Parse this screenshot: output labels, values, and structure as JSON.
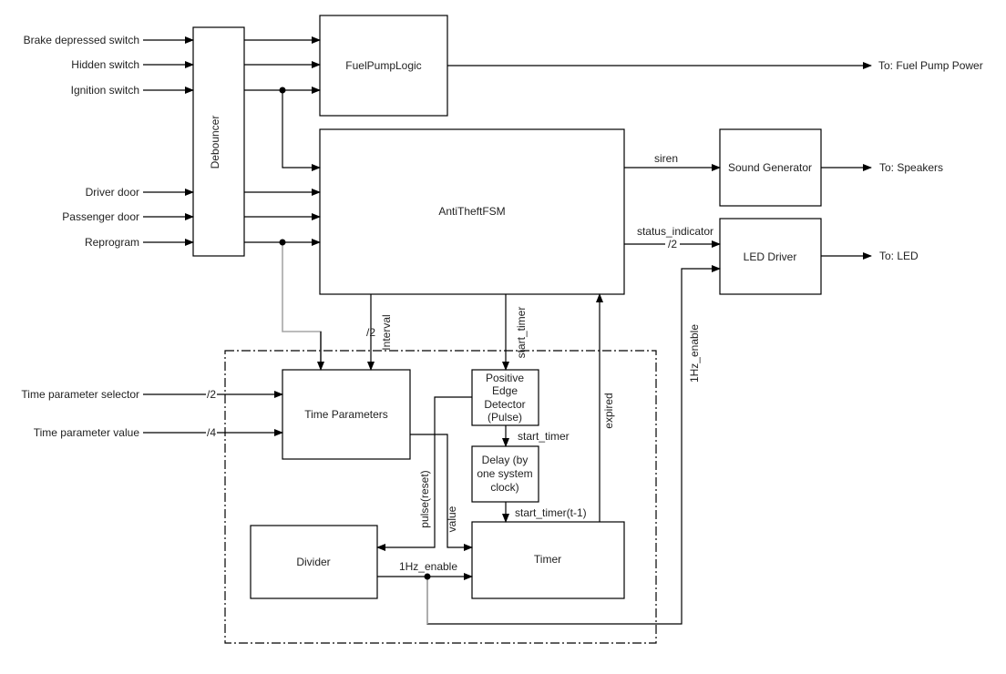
{
  "diagram": {
    "title": "Anti-theft car alarm system block diagram",
    "inputs": {
      "brake": "Brake depressed switch",
      "hidden": "Hidden switch",
      "ignition": "Ignition switch",
      "driver_door": "Driver door",
      "passenger_door": "Passenger door",
      "reprogram": "Reprogram",
      "time_param_selector": "Time parameter selector",
      "time_param_value": "Time parameter value"
    },
    "outputs": {
      "fuel_pump": "To: Fuel Pump Power",
      "speakers": "To: Speakers",
      "led": "To: LED"
    },
    "blocks": {
      "debouncer": "Debouncer",
      "fuel_pump_logic": "FuelPumpLogic",
      "anti_theft_fsm": "AntiTheftFSM",
      "sound_generator": "Sound Generator",
      "led_driver": "LED Driver",
      "time_parameters": "Time Parameters",
      "edge_detector": [
        "Positive",
        "Edge",
        "Detector",
        "(Pulse)"
      ],
      "delay": [
        "Delay (by",
        "one system",
        "clock)"
      ],
      "divider": "Divider",
      "timer": "Timer"
    },
    "signals": {
      "siren": "siren",
      "status_indicator": "status_indicator",
      "status_width": "/2",
      "interval": "Interval",
      "interval_width": "/2",
      "start_timer_fsm": "start_timer",
      "start_timer_pulse": "start_timer",
      "start_timer_delayed": "start_timer(t-1)",
      "expired": "expired",
      "one_hz_enable_led": "1Hz_enable",
      "one_hz_enable_timer": "1Hz_enable",
      "pulse_reset": "pulse(reset)",
      "value": "value",
      "selector_width": "/2",
      "value_width": "/4"
    }
  }
}
